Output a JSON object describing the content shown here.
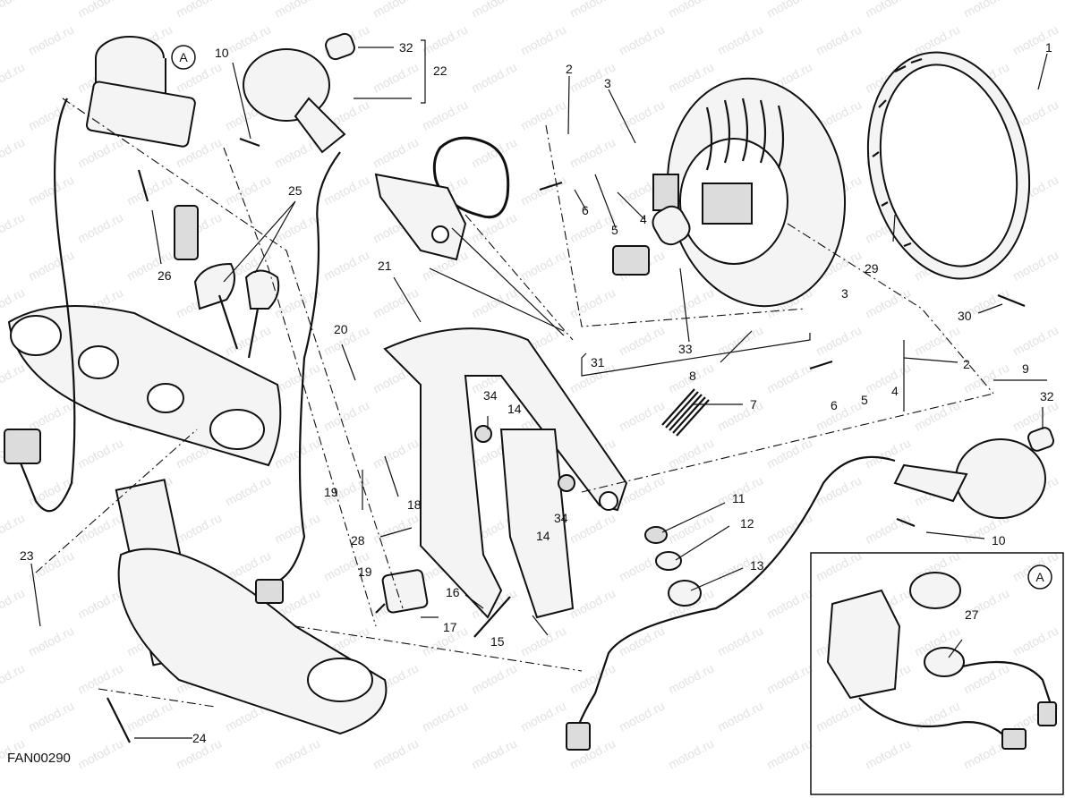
{
  "watermark": "motod.ru",
  "drawing_code": "FAN00290",
  "detail_callout": "A",
  "labels": {
    "p1": "1",
    "p2a": "2",
    "p2b": "2",
    "p3a": "3",
    "p3b": "3",
    "p4a": "4",
    "p4b": "4",
    "p5a": "5",
    "p5b": "5",
    "p6a": "6",
    "p6b": "6",
    "p7": "7",
    "p8": "8",
    "p9": "9",
    "p10a": "10",
    "p10b": "10",
    "p11": "11",
    "p12": "12",
    "p13": "13",
    "p14a": "14",
    "p14b": "14",
    "p15": "15",
    "p16": "16",
    "p17": "17",
    "p18": "18",
    "p19a": "19",
    "p19b": "19",
    "p20": "20",
    "p21": "21",
    "p22": "22",
    "p23": "23",
    "p24": "24",
    "p25": "25",
    "p26": "26",
    "p27": "27",
    "p28": "28",
    "p29": "29",
    "p30": "30",
    "p31": "31",
    "p32a": "32",
    "p32b": "32",
    "p33": "33",
    "p34a": "34",
    "p34b": "34"
  }
}
